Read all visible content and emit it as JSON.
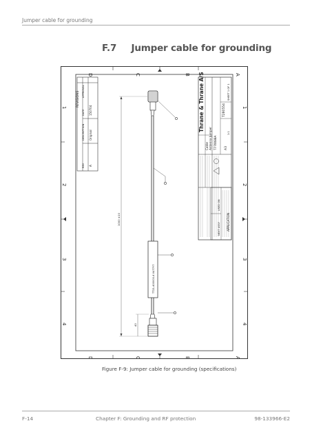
{
  "running_header": "Jumper cable for grounding",
  "section": {
    "number": "F.7",
    "title": "Jumper cable for grounding"
  },
  "drawing": {
    "zone_letters": [
      "D",
      "C",
      "B",
      "A"
    ],
    "zone_numbers": [
      "1",
      "2",
      "3",
      "4"
    ],
    "revisions": {
      "title": "REVISIONS",
      "columns": [
        "REV",
        "DESCRIPTION",
        "DATE",
        "APPROVAL"
      ],
      "row": {
        "rev": "A",
        "description": "Original",
        "date": "150704"
      }
    },
    "cable_label": "TT21-400000-4  VA77Y7",
    "dimension_total": "1000 ±10",
    "dimension_connector": "40",
    "company": "Thrane & Thrane A/S",
    "title_lines": [
      "Cable",
      "Antenna Jumper",
      "T770088A"
    ],
    "size": "A3",
    "scale": "1:1",
    "sheet": "SHEET 1 OF 1",
    "doc_no": "T280554",
    "application": "APPLICATION",
    "next_assy": "NEXT ASSY",
    "used_on": "USED ON"
  },
  "caption": "Figure F-9: Jumper cable for grounding (specifications)",
  "footer": {
    "left": "F-14",
    "center": "Chapter F:  Grounding and RF protection",
    "right": "98-133966-E2"
  }
}
